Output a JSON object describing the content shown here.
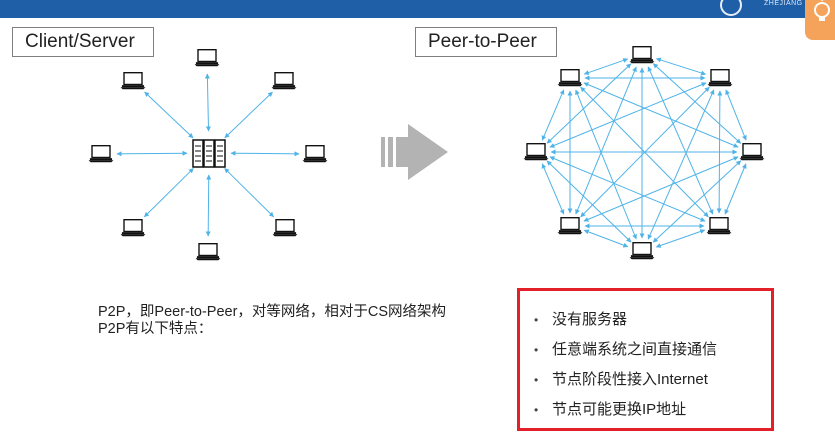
{
  "labels": {
    "client_server": "Client/Server",
    "peer_to_peer": "Peer-to-Peer"
  },
  "header": {
    "small_text": "ZHEJIANG"
  },
  "description": {
    "line1": "P2P，即Peer-to-Peer，对等网络，相对于CS网络架构",
    "line2": "P2P有以下特点："
  },
  "features": [
    "没有服务器",
    "任意端系统之间直接通信",
    "节点阶段性接入Internet",
    "节点可能更换IP地址"
  ],
  "colors": {
    "header_bar": "#1f5fa8",
    "arrow_lines": "#4fb3e8",
    "highlight_border": "#e3202a",
    "transition_arrow": "#b3b3b3"
  },
  "icons": {
    "computer": "laptop-icon",
    "server": "server-rack-icon",
    "transition": "right-arrow-icon",
    "idea": "lightbulb-icon"
  }
}
